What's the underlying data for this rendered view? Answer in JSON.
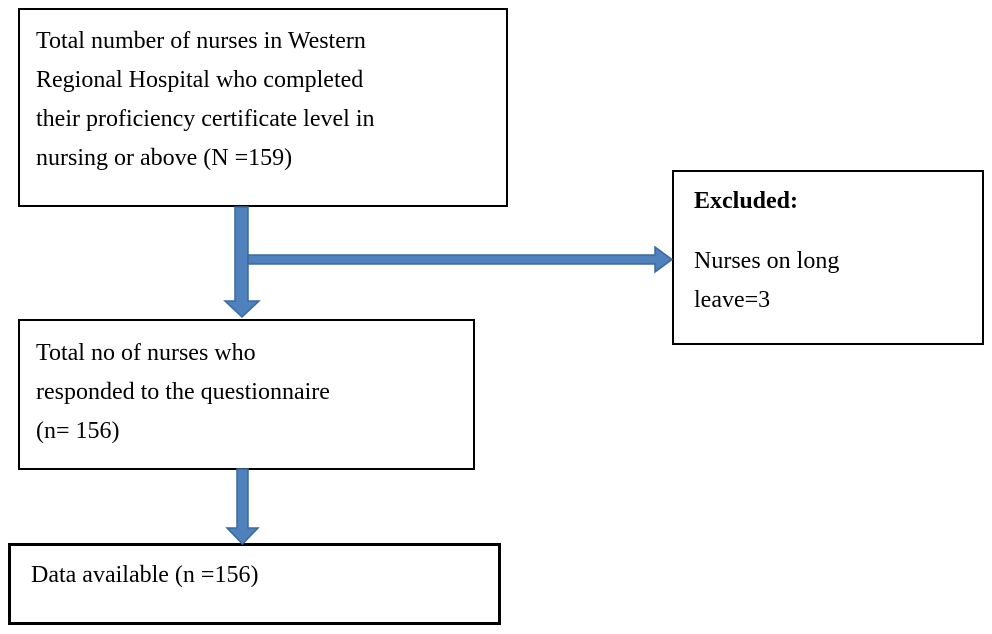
{
  "colors": {
    "arrow-fill": "#4f81bd",
    "arrow-stroke": "#3a6a9b",
    "box-border": "#000000",
    "canvas-bg": "#ffffff",
    "text-color": "#000000"
  },
  "boxes": {
    "population": {
      "lines": [
        "Total number of nurses in Western",
        "Regional Hospital who completed",
        "their proficiency certificate level in",
        "nursing or above (N =159)"
      ]
    },
    "excluded": {
      "heading": "Excluded:",
      "lines": [
        "Nurses on long",
        "leave=3"
      ]
    },
    "responded": {
      "lines": [
        "Total no of nurses who",
        "responded to the questionnaire",
        "(n= 156)"
      ]
    },
    "available": {
      "lines": [
        "Data available (n =156)"
      ]
    }
  },
  "arrows": [
    {
      "name": "population-to-responded",
      "direction": "down"
    },
    {
      "name": "population-to-excluded",
      "direction": "right"
    },
    {
      "name": "responded-to-available",
      "direction": "down"
    }
  ]
}
